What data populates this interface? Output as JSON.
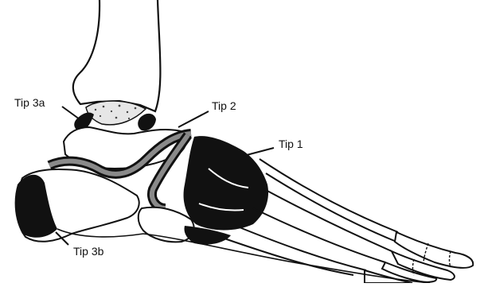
{
  "labels": {
    "tip1": "Tip 1",
    "tip2": "Tip 2",
    "tip3a": "Tip 3a",
    "tip3b": "Tip 3b"
  },
  "colors": {
    "ink": "#111111",
    "bone_fill": "#ffffff",
    "cartilage": "#777777",
    "background": "#ffffff"
  }
}
